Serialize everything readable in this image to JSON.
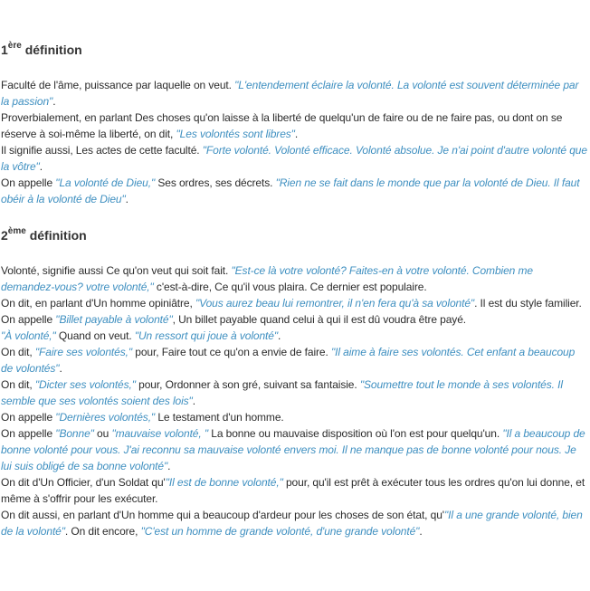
{
  "definitions": [
    {
      "number": "1",
      "suffix": "ère",
      "word": "définition",
      "paragraphs": [
        [
          {
            "t": "Faculté de l'âme, puissance par laquelle on veut. "
          },
          {
            "t": "\"L'entendement éclaire la volonté. La volonté est souvent déterminée par la passion\"",
            "ex": true
          },
          {
            "t": "."
          }
        ],
        [
          {
            "t": "Proverbialement, en parlant Des choses qu'on laisse à la liberté de quelqu'un de faire ou de ne faire pas, ou dont on se réserve à soi-même la liberté, on dit, "
          },
          {
            "t": "\"Les volontés sont libres\"",
            "ex": true
          },
          {
            "t": "."
          }
        ],
        [
          {
            "t": "Il signifie aussi, Les actes de cette faculté. "
          },
          {
            "t": "\"Forte volonté. Volonté efficace. Volonté absolue. Je n'ai point d'autre volonté que la vôtre\"",
            "ex": true
          },
          {
            "t": "."
          }
        ],
        [
          {
            "t": "On appelle "
          },
          {
            "t": "\"La volonté de Dieu,\"",
            "ex": true
          },
          {
            "t": " Ses ordres, ses décrets. "
          },
          {
            "t": "\"Rien ne se fait dans le monde que par la volonté de Dieu. Il faut obéir à la volonté de Dieu\"",
            "ex": true
          },
          {
            "t": "."
          }
        ]
      ]
    },
    {
      "number": "2",
      "suffix": "ème",
      "word": "définition",
      "paragraphs": [
        [
          {
            "t": "Volonté, signifie aussi Ce qu'on veut qui soit fait. "
          },
          {
            "t": "\"Est-ce là votre volonté? Faites-en à votre volonté. Combien me demandez-vous? votre volonté,\"",
            "ex": true
          },
          {
            "t": " c'est-à-dire, Ce qu'il vous plaira. Ce dernier est populaire."
          }
        ],
        [
          {
            "t": "On dit, en parlant d'Un homme opiniâtre, "
          },
          {
            "t": "\"Vous aurez beau lui remontrer, il n'en fera qu'à sa volonté\"",
            "ex": true
          },
          {
            "t": ". Il est du style familier."
          }
        ],
        [
          {
            "t": "On appelle "
          },
          {
            "t": "\"Billet payable à volonté\"",
            "ex": true
          },
          {
            "t": ", Un billet payable quand celui à qui il est dû voudra être payé."
          }
        ],
        [
          {
            "t": "\"À volonté,\"",
            "ex": true
          },
          {
            "t": " Quand on veut. "
          },
          {
            "t": "\"Un ressort qui joue à volonté\"",
            "ex": true
          },
          {
            "t": "."
          }
        ],
        [
          {
            "t": "On dit, "
          },
          {
            "t": "\"Faire ses volontés,\"",
            "ex": true
          },
          {
            "t": " pour, Faire tout ce qu'on a envie de faire. "
          },
          {
            "t": "\"Il aime à faire ses volontés. Cet enfant a beaucoup de volontés\"",
            "ex": true
          },
          {
            "t": "."
          }
        ],
        [
          {
            "t": "On dit, "
          },
          {
            "t": "\"Dicter ses volontés,\"",
            "ex": true
          },
          {
            "t": " pour, Ordonner à son gré, suivant sa fantaisie. "
          },
          {
            "t": "\"Soumettre tout le monde à ses volontés. Il semble que ses volontés soient des lois\"",
            "ex": true
          },
          {
            "t": "."
          }
        ],
        [
          {
            "t": "On appelle "
          },
          {
            "t": "\"Dernières volontés,\"",
            "ex": true
          },
          {
            "t": " Le testament d'un homme."
          }
        ],
        [
          {
            "t": "On appelle "
          },
          {
            "t": "\"Bonne\"",
            "ex": true
          },
          {
            "t": " ou "
          },
          {
            "t": "\"mauvaise volonté, \"",
            "ex": true
          },
          {
            "t": " La bonne ou mauvaise disposition où l'on est pour quelqu'un. "
          },
          {
            "t": "\"Il a beaucoup de bonne volonté pour vous. J'ai reconnu sa mauvaise volonté envers moi. Il ne manque pas de bonne volonté pour nous. Je lui suis obligé de sa bonne volonté\"",
            "ex": true
          },
          {
            "t": "."
          }
        ],
        [
          {
            "t": "On dit d'Un Officier, d'un Soldat qu'"
          },
          {
            "t": "\"Il est de bonne volonté,\"",
            "ex": true
          },
          {
            "t": " pour, qu'il est prêt à exécuter tous les ordres qu'on lui donne, et même à s'offrir pour les exécuter."
          }
        ],
        [
          {
            "t": "On dit aussi, en parlant d'Un homme qui a beaucoup d'ardeur pour les choses de son état, qu'"
          },
          {
            "t": "\"Il a une grande volonté, bien de la volonté\"",
            "ex": true
          },
          {
            "t": ". On dit encore, "
          },
          {
            "t": "\"C'est un homme de grande volonté, d'une grande volonté\"",
            "ex": true
          },
          {
            "t": "."
          }
        ]
      ]
    }
  ]
}
